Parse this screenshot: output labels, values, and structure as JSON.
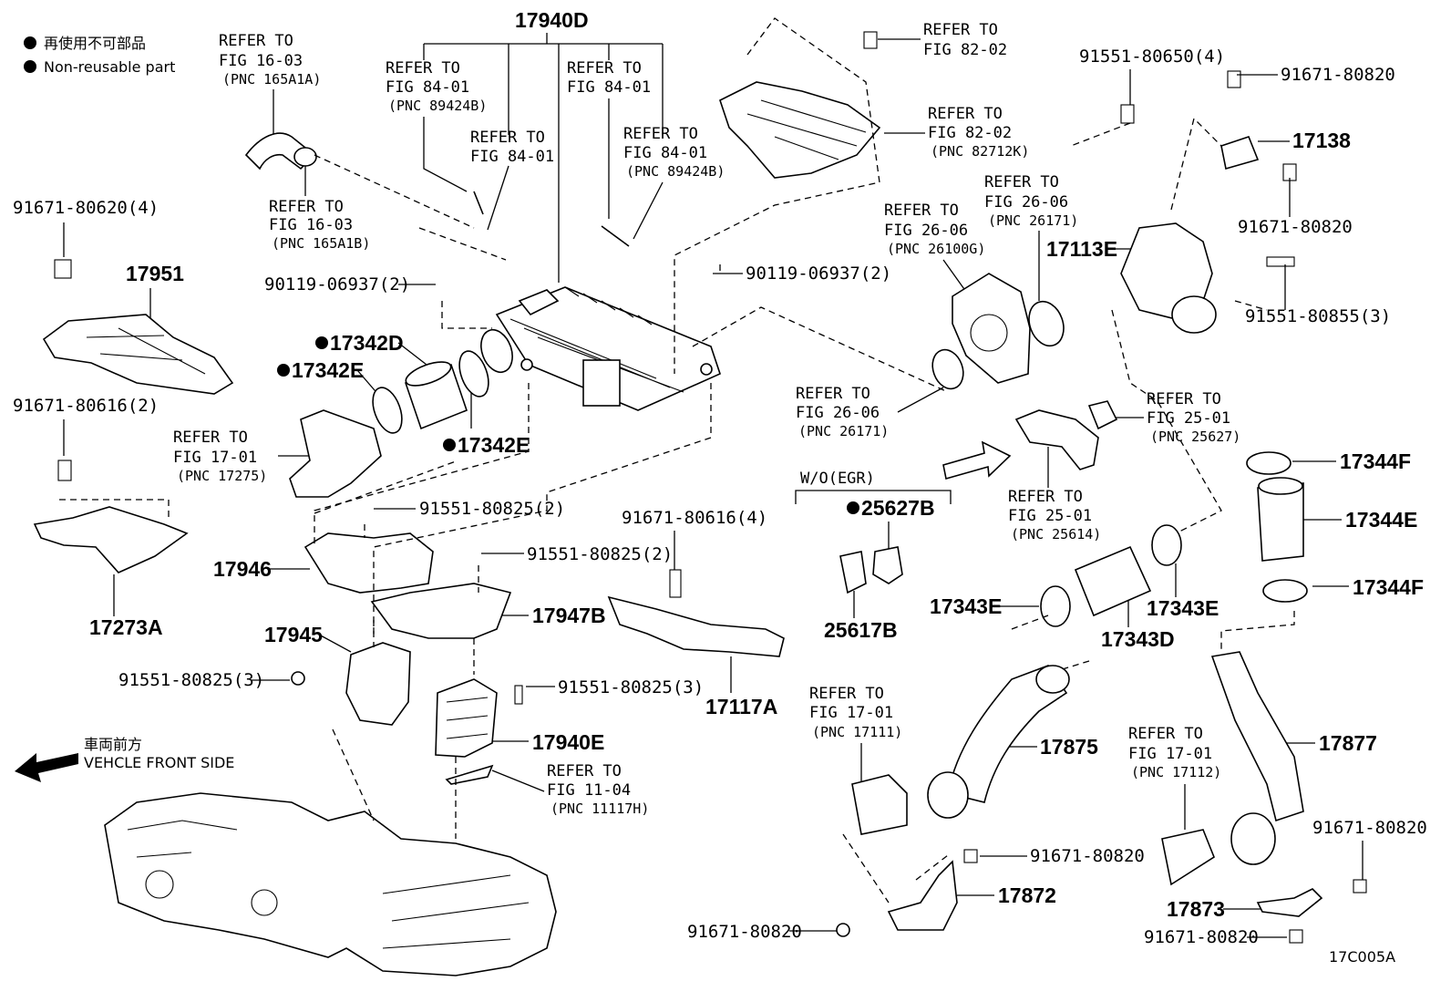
{
  "legend": {
    "ja": "再使用不可部品",
    "en": "Non-reusable part"
  },
  "front": {
    "ja": "車両前方",
    "en": "VEHCLE FRONT SIDE"
  },
  "code": "17C005A",
  "wo_egr": "W/O(EGR)",
  "refs": {
    "r1": {
      "l1": "REFER TO",
      "l2": "FIG 16-03",
      "pnc": "(PNC 165A1A)"
    },
    "r2": {
      "l1": "REFER TO",
      "l2": "FIG 16-03",
      "pnc": "(PNC 165A1B)"
    },
    "r3": {
      "l1": "REFER TO",
      "l2": "FIG 84-01",
      "pnc": "(PNC 89424B)"
    },
    "r4": {
      "l1": "REFER TO",
      "l2": "FIG 84-01"
    },
    "r5": {
      "l1": "REFER TO",
      "l2": "FIG 84-01"
    },
    "r6": {
      "l1": "REFER TO",
      "l2": "FIG 84-01",
      "pnc": "(PNC 89424B)"
    },
    "r7": {
      "l1": "REFER TO",
      "l2": "FIG 82-02"
    },
    "r8": {
      "l1": "REFER TO",
      "l2": "FIG 82-02",
      "pnc": "(PNC 82712K)"
    },
    "r9": {
      "l1": "REFER TO",
      "l2": "FIG 26-06",
      "pnc": "(PNC 26100G)"
    },
    "r10": {
      "l1": "REFER TO",
      "l2": "FIG 26-06",
      "pnc": "(PNC 26171)"
    },
    "r11": {
      "l1": "REFER TO",
      "l2": "FIG 26-06",
      "pnc": "(PNC 26171)"
    },
    "r12": {
      "l1": "REFER TO",
      "l2": "FIG 17-01",
      "pnc": "(PNC 17275)"
    },
    "r13": {
      "l1": "REFER TO",
      "l2": "FIG 25-01",
      "pnc": "(PNC 25627)"
    },
    "r14": {
      "l1": "REFER TO",
      "l2": "FIG 25-01",
      "pnc": "(PNC 25614)"
    },
    "r15": {
      "l1": "REFER TO",
      "l2": "FIG 11-04",
      "pnc": "(PNC 11117H)"
    },
    "r16": {
      "l1": "REFER TO",
      "l2": "FIG 17-01",
      "pnc": "(PNC 17111)"
    },
    "r17": {
      "l1": "REFER TO",
      "l2": "FIG 17-01",
      "pnc": "(PNC 17112)"
    }
  },
  "parts": {
    "p17940D": "17940D",
    "p17951": "17951",
    "p91671_80620": "91671-80620(4)",
    "p91671_80616_2": "91671-80616(2)",
    "p17273A": "17273A",
    "p90119_left": "90119-06937(2)",
    "p90119_right": "90119-06937(2)",
    "p17342D": "17342D",
    "p17342E_a": "17342E",
    "p17342E_b": "17342E",
    "p91551_80825_2a": "91551-80825(2)",
    "p91551_80825_2b": "91551-80825(2)",
    "p17946": "17946",
    "p17945": "17945",
    "p91551_80825_3a": "91551-80825(3)",
    "p91551_80825_3b": "91551-80825(3)",
    "p17947B": "17947B",
    "p17940E": "17940E",
    "p91671_80616_4": "91671-80616(4)",
    "p17117A": "17117A",
    "p91551_80650": "91551-80650(4)",
    "p91671_80820_a": "91671-80820",
    "p17138": "17138",
    "p91671_80820_b": "91671-80820",
    "p17113E": "17113E",
    "p91551_80855": "91551-80855(3)",
    "p17344F_a": "17344F",
    "p17344E": "17344E",
    "p17344F_b": "17344F",
    "p25627B": "25627B",
    "p25617B": "25617B",
    "p17343E_a": "17343E",
    "p17343E_b": "17343E",
    "p17343D": "17343D",
    "p17875": "17875",
    "p17877": "17877",
    "p91671_80820_c": "91671-80820",
    "p17872": "17872",
    "p91671_80820_d": "91671-80820",
    "p91671_80820_e": "91671-80820",
    "p17873": "17873",
    "p91671_80820_f": "91671-80820"
  }
}
